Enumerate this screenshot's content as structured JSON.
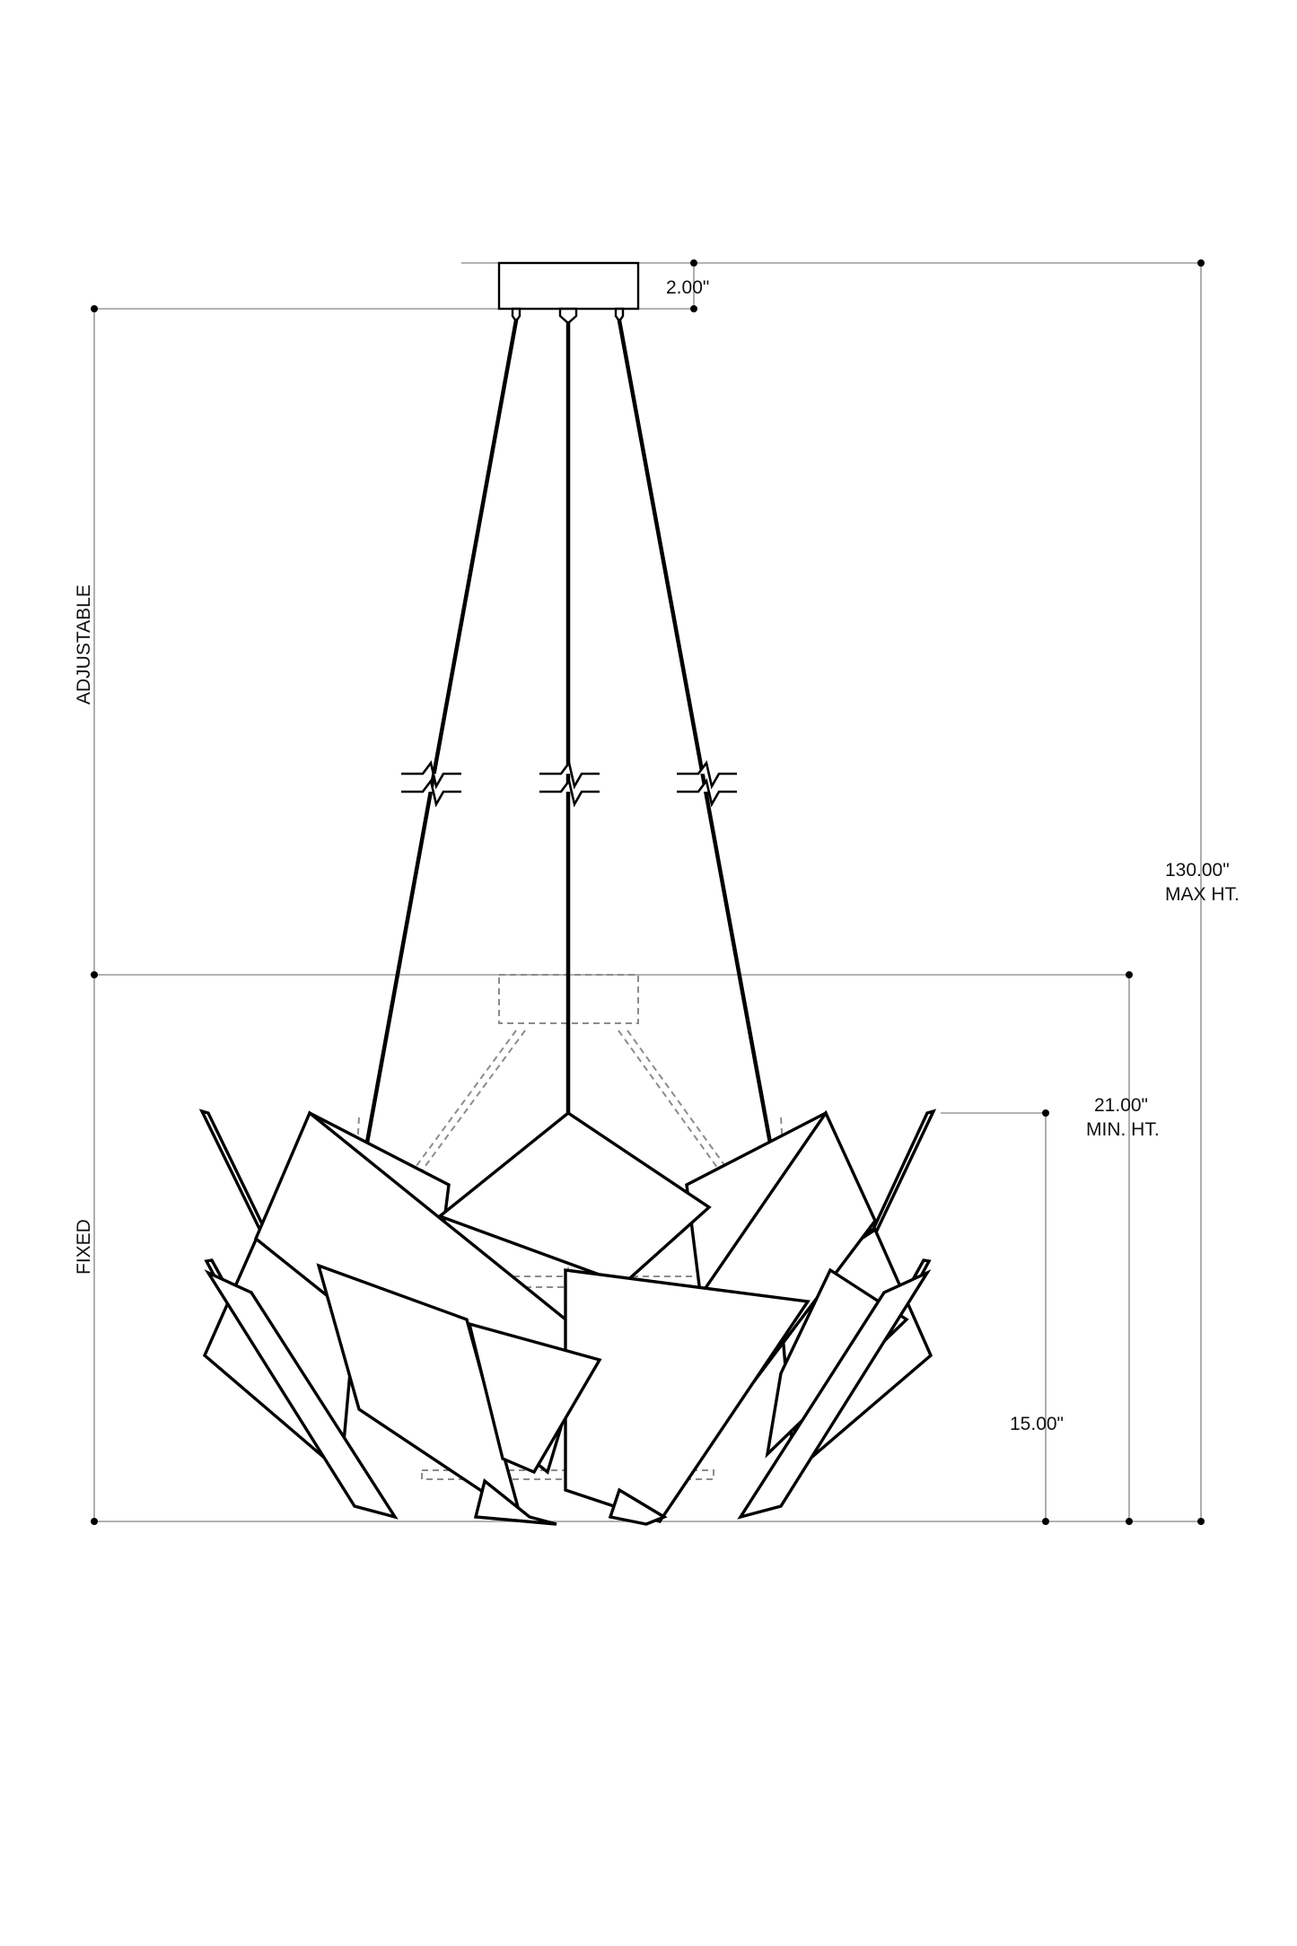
{
  "labels": {
    "canopy_height": "2.00\"",
    "max_height": "130.00\"",
    "max_height_caption": "MAX HT.",
    "min_height": "21.00\"",
    "min_height_caption": "MIN. HT.",
    "body_height": "15.00\"",
    "adjustable": "ADJUSTABLE",
    "fixed": "FIXED"
  },
  "colors": {
    "line": "#000000",
    "dimension": "#9a9a9a",
    "ghost": "#8c8c8c",
    "background": "#ffffff"
  }
}
